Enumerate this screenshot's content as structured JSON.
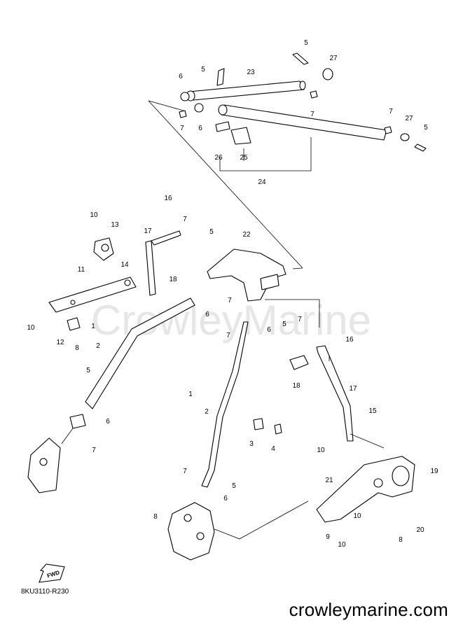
{
  "callouts": {
    "c1": "1",
    "c1b": "1",
    "c2": "2",
    "c2b": "2",
    "c3": "3",
    "c4": "4",
    "c5a": "5",
    "c5b": "5",
    "c5c": "5",
    "c5d": "5",
    "c5e": "5",
    "c5f": "5",
    "c5g": "5",
    "c6a": "6",
    "c6b": "6",
    "c6c": "6",
    "c6d": "6",
    "c6e": "6",
    "c6f": "6",
    "c7a": "7",
    "c7b": "7",
    "c7c": "7",
    "c7d": "7",
    "c7e": "7",
    "c7f": "7",
    "c7g": "7",
    "c7h": "7",
    "c7i": "7",
    "c8a": "8",
    "c8b": "8",
    "c8c": "8",
    "c9": "9",
    "c10a": "10",
    "c10b": "10",
    "c10c": "10",
    "c10d": "10",
    "c10e": "10",
    "c11": "11",
    "c12": "12",
    "c13": "13",
    "c14": "14",
    "c15": "15",
    "c16a": "16",
    "c16b": "16",
    "c17a": "17",
    "c17b": "17",
    "c18a": "18",
    "c18b": "18",
    "c19": "19",
    "c20": "20",
    "c21": "21",
    "c22": "22",
    "c23": "23",
    "c24": "24",
    "c25": "25",
    "c26": "26",
    "c27a": "27",
    "c27b": "27"
  },
  "watermark": "CrowleyMarine",
  "fwd_label": "FWD",
  "diagram_code": "8KU3110-R230",
  "footer_site": "crowleymarine.com"
}
